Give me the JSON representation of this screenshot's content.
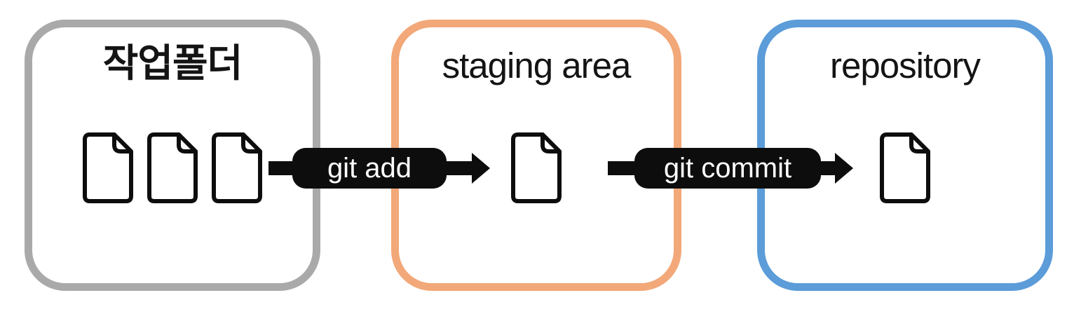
{
  "diagram": {
    "background_color": "#ffffff"
  },
  "boxes": {
    "working": {
      "title": "작업폴더",
      "border_color": "#a9a9a9",
      "document_count": 3
    },
    "staging": {
      "title": "staging area",
      "border_color": "#f2a878",
      "document_count": 1
    },
    "repository": {
      "title": "repository",
      "border_color": "#5b9cd9",
      "document_count": 1
    }
  },
  "arrows": {
    "add": {
      "label": "git add",
      "pill_color": "#0d0d0d",
      "text_color": "#ffffff"
    },
    "commit": {
      "label": "git commit",
      "pill_color": "#0d0d0d",
      "text_color": "#ffffff"
    }
  },
  "icons": {
    "document": "page-with-folded-corner",
    "arrow": "right-arrow"
  }
}
